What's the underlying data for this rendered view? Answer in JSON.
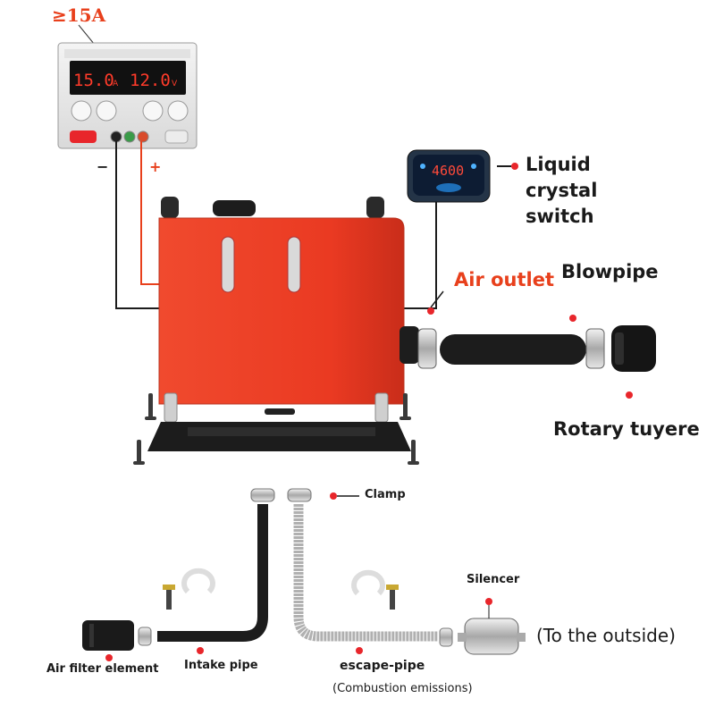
{
  "power_supply": {
    "current_requirement": "≥15A",
    "current_display": "15.0",
    "current_unit": "A",
    "voltage_display": "12.0",
    "voltage_unit": "V",
    "negative_terminal": "−",
    "positive_terminal": "+"
  },
  "lcd": {
    "reading": "4600",
    "label_lines": [
      "Liquid",
      "crystal",
      "switch"
    ]
  },
  "labels": {
    "air_outlet": "Air outlet",
    "blowpipe": "Blowpipe",
    "rotary_tuyere": "Rotary tuyere",
    "clamp": "Clamp",
    "silencer": "Silencer",
    "to_outside": "(To the outside)",
    "air_filter": "Air filter element",
    "intake_pipe": "Intake pipe",
    "escape_pipe": "escape-pipe",
    "combustion": "(Combustion emissions)"
  },
  "colors": {
    "heater_body": "#ef3b24",
    "accent_red": "#e8401c",
    "bullet_red": "#e8262b",
    "black_pipe": "#1c1c1c",
    "steel": "#b9b9b9",
    "lcd_blue": "#1e6fb8"
  }
}
